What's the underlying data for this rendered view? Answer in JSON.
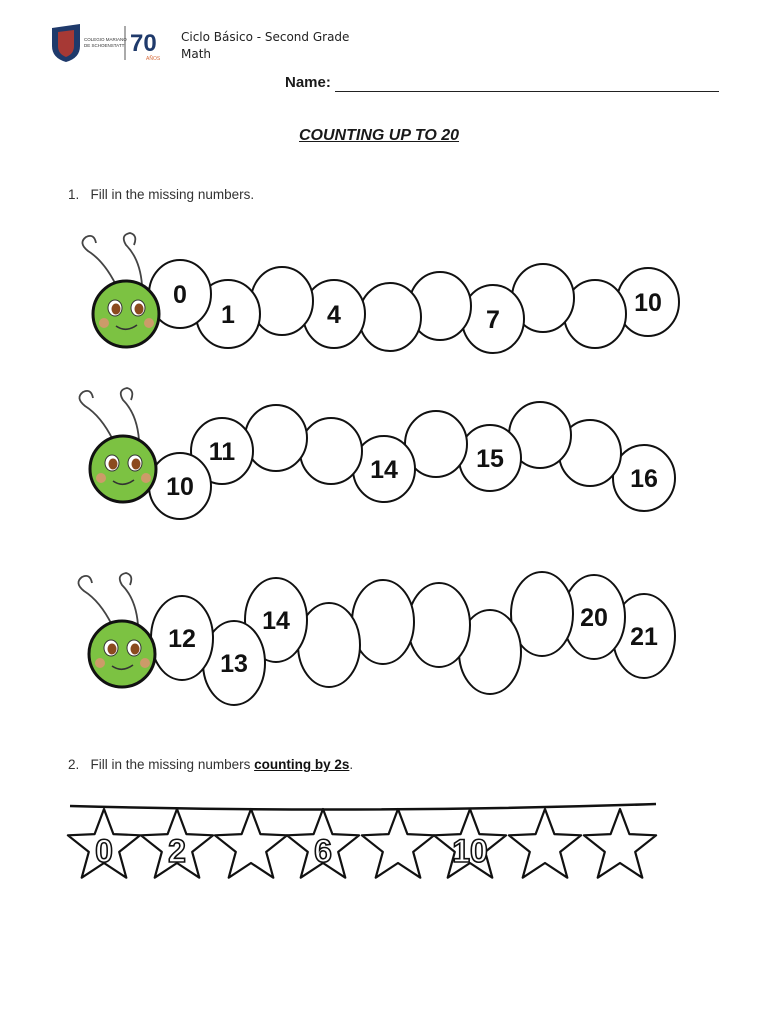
{
  "header": {
    "logo_number": "70",
    "logo_subtext": "AÑOS",
    "school_line1": "COLEGIO MARIANO",
    "school_line2": "DE SCHOENSTATT",
    "line1": "Ciclo Básico - Second Grade",
    "line2": "Math"
  },
  "name_label": "Name:",
  "title": "COUNTING UP TO 20",
  "q1": {
    "number": "1.",
    "text": "Fill in the missing numbers."
  },
  "q2": {
    "number": "2.",
    "text_before": "Fill in the missing numbers ",
    "emphasis": "counting by 2s",
    "text_after": "."
  },
  "caterpillars": [
    {
      "cells": [
        "0",
        "1",
        "",
        "4",
        "",
        "",
        "7",
        "",
        "",
        "10"
      ]
    },
    {
      "cells": [
        "10",
        "11",
        "",
        "",
        "14",
        "",
        "15",
        "",
        "",
        "16"
      ]
    },
    {
      "cells": [
        "12",
        "13",
        "14",
        "",
        "",
        "",
        "",
        "",
        "20",
        "21"
      ]
    }
  ],
  "stars": [
    "0",
    "2",
    "",
    "6",
    "",
    "10",
    "",
    ""
  ],
  "colors": {
    "caterpillar_head": "#7cc242",
    "cheek": "#f08a7a",
    "eye": "#8b4a1f",
    "shield": "#1f3a6b"
  }
}
